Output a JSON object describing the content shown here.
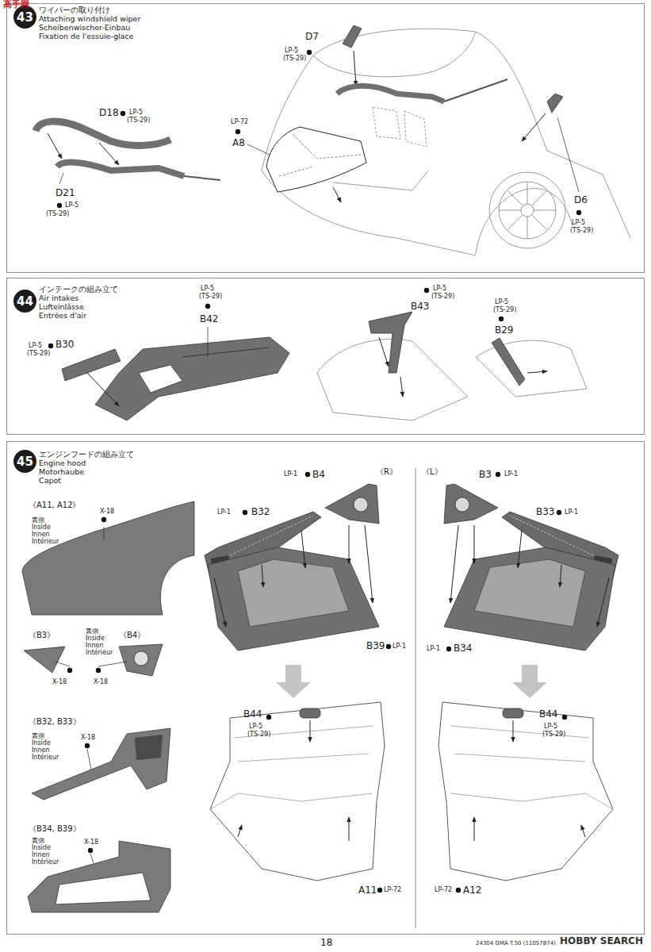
{
  "diagram": {
    "nodes": [
      {
        "text": [
          "ワイパーの取り付け",
          "Attaching windshield wiper",
          "Scheibenwischer-Einbau",
          "Fixation de l'essuie-glace"
        ]
      },
      {
        "text": [
          "43"
        ],
        "in": 0
      },
      {
        "text": [
          "インテークの組み立て",
          "Air intakes",
          "Lufteinlässe",
          "Entrées d'air"
        ]
      },
      {
        "text": [
          "44"
        ],
        "in": 2
      },
      {
        "text": [
          "エンジンフードの組み立て",
          "Engine hood",
          "Motorhaube",
          "Capot"
        ]
      },
      {
        "text": [
          "45"
        ],
        "in": 4
      }
    ],
    "labels": [
      "高手网",
      "D7",
      "LP-5",
      "(TS-29)",
      "D18",
      "LP-5",
      "(TS-29)",
      "LP-72",
      "A8",
      "D21",
      "LP-5",
      "(TS-29)",
      "D6",
      "LP-5",
      "(TS-29)",
      "LP-5",
      "(TS-29)",
      "B42",
      "LP-5",
      "B30",
      "(TS-29)",
      "LP-5",
      "(TS-29)",
      "B43",
      "LP-5",
      "(TS-29)",
      "B29",
      "《A11, A12》",
      "X-18",
      "裏側",
      "Inside",
      "Innen",
      "Intérieur",
      "《B3》",
      "裏側",
      "Inside",
      "Innen",
      "Intérieur",
      "《B4》",
      "X-18",
      "X-18",
      "《B32, B33》",
      "裏側",
      "Inside",
      "Innen",
      "Intérieur",
      "X-18",
      "《B34, B39》",
      "裏側",
      "Inside",
      "Innen",
      "Intérieur",
      "X-18",
      "《R》",
      "LP-1",
      "B4",
      "LP-1",
      "B32",
      "B39",
      "LP-1",
      "B44",
      "LP-5",
      "(TS-29)",
      "A11",
      "LP-72",
      "《L》",
      "B3",
      "LP-1",
      "B33",
      "LP-1",
      "LP-1",
      "B34",
      "B44",
      "LP-5",
      "(TS-29)",
      "LP-72",
      "A12",
      "18",
      "24304 GMA T.50 (11057874)",
      "HOBBY SEARCH"
    ]
  }
}
